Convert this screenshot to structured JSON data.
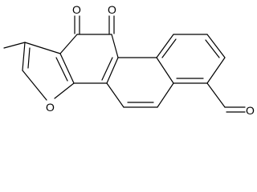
{
  "molecule": {
    "atoms": {
      "o_ketone_1": "O",
      "o_ketone_2": "O",
      "o_furan": "O",
      "o_aldehyde": "O"
    },
    "colors": {
      "bond": "#000000",
      "background": "#ffffff"
    }
  }
}
